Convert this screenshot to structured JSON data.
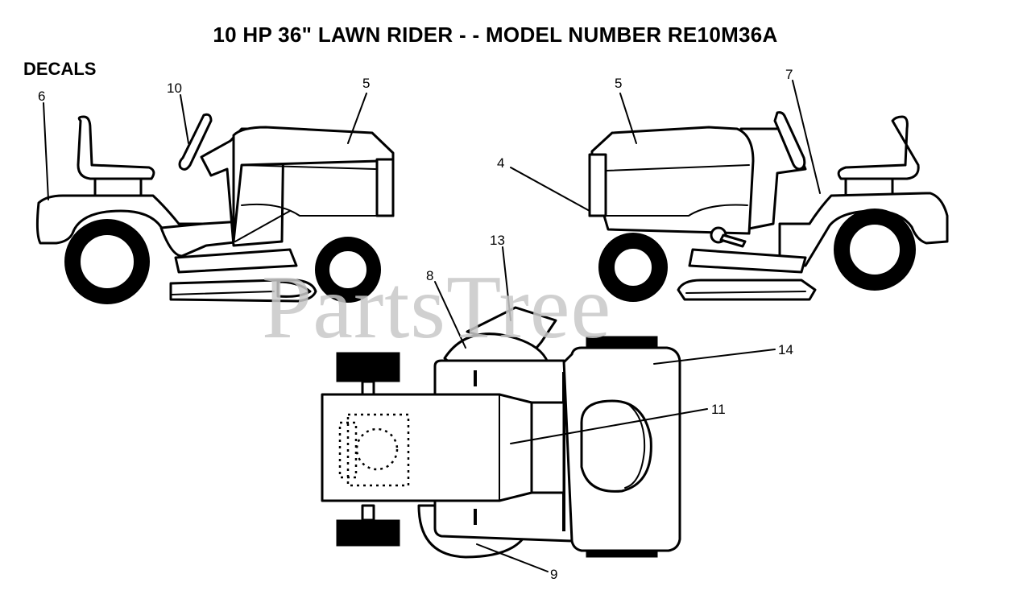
{
  "title": "10 HP 36\" LAWN RIDER - - MODEL NUMBER RE10M36A",
  "section_label": "DECALS",
  "watermark": "PartsTree",
  "callouts": {
    "c6": "6",
    "c10": "10",
    "c5_left": "5",
    "c5_right": "5",
    "c7": "7",
    "c4": "4",
    "c13": "13",
    "c8": "8",
    "c14": "14",
    "c11": "11",
    "c9": "9"
  }
}
